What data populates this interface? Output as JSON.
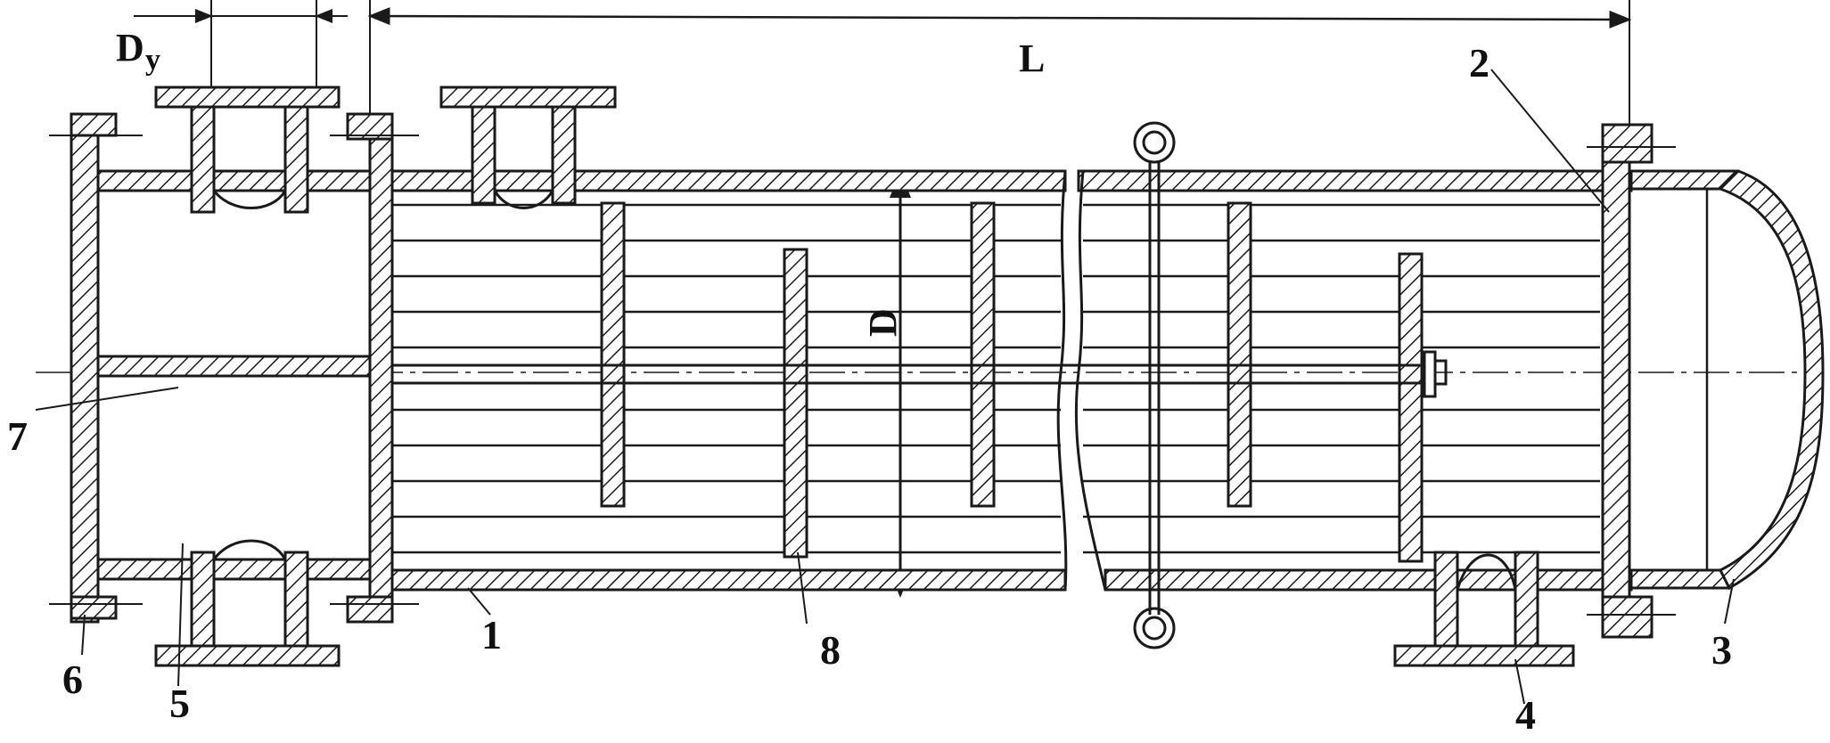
{
  "drawing": {
    "dimensions": {
      "nozzle_diameter": "D",
      "nozzle_diameter_subscript": "у",
      "length": "L",
      "shell_diameter": "D"
    },
    "callouts": [
      "1",
      "2",
      "3",
      "4",
      "5",
      "6",
      "7",
      "8"
    ]
  },
  "colors": {
    "line": "#1a1a1a",
    "background": "#ffffff"
  }
}
